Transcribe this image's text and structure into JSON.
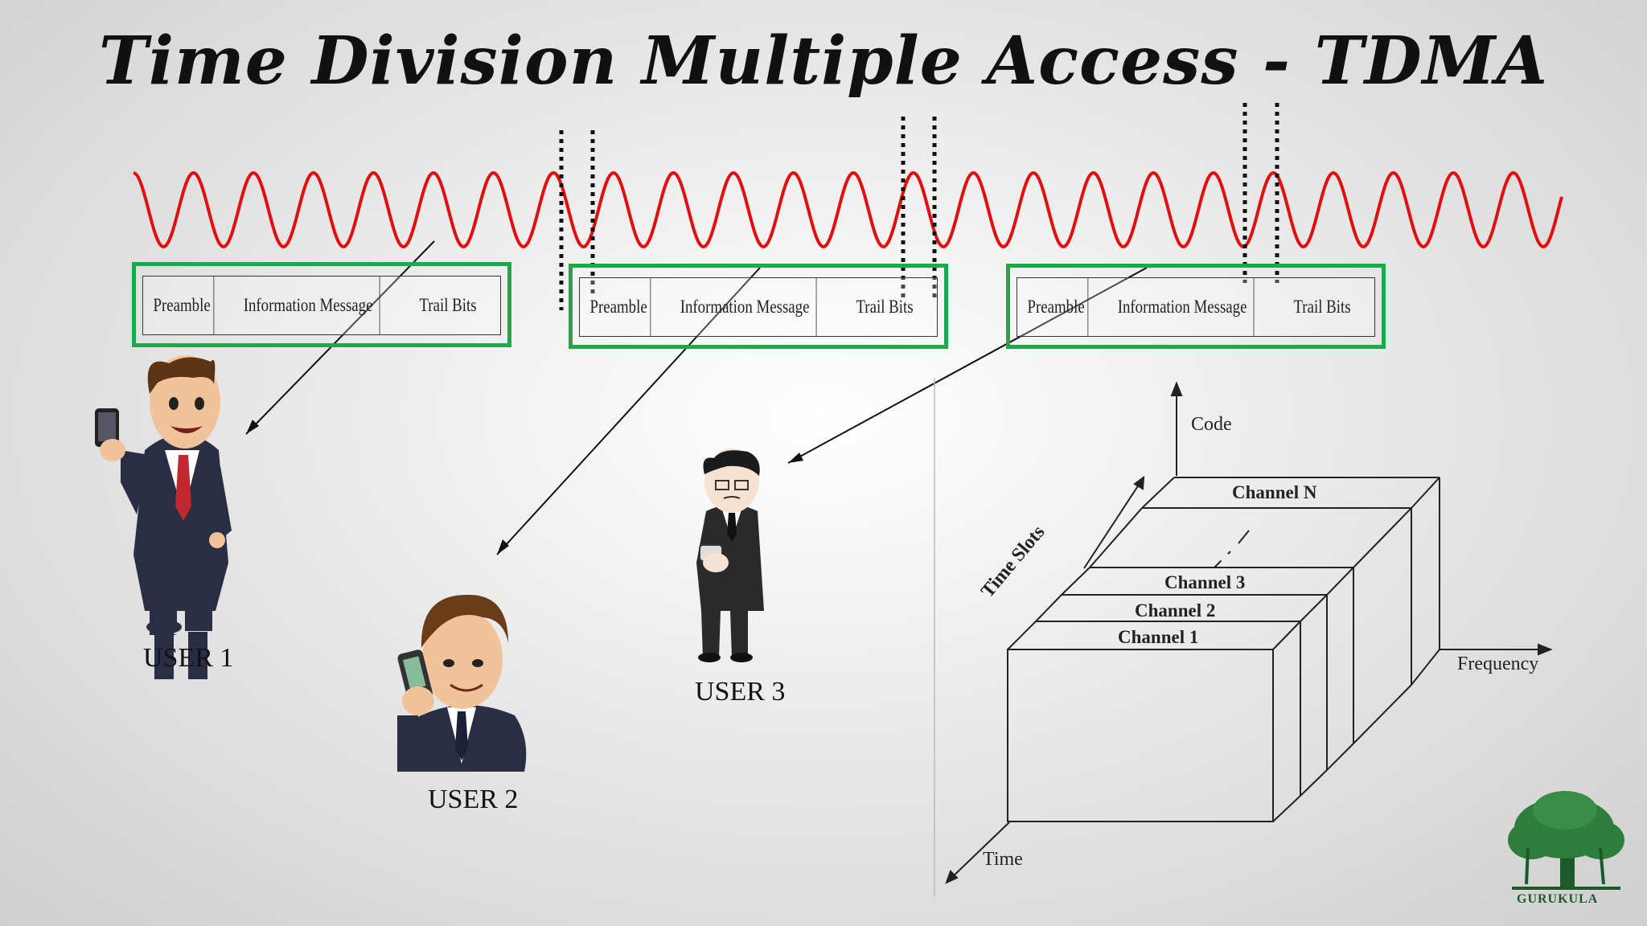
{
  "title": "Time Division Multiple Access - TDMA",
  "frames": [
    {
      "preamble": "Preamble",
      "info": "Information Message",
      "trail": "Trail Bits"
    },
    {
      "preamble": "Preamble",
      "info": "Information Message",
      "trail": "Trail Bits"
    },
    {
      "preamble": "Preamble",
      "info": "Information Message",
      "trail": "Trail Bits"
    }
  ],
  "users": [
    "USER 1",
    "USER 2",
    "USER 3"
  ],
  "diagram": {
    "axis_code": "Code",
    "axis_frequency": "Frequency",
    "axis_time": "Time",
    "time_slots": "Time Slots",
    "channels": [
      "Channel N",
      "Channel 3",
      "Channel 2",
      "Channel 1"
    ]
  },
  "logo": "GURUKULA",
  "colors": {
    "wave": "#e01010",
    "frame_border": "#1aaa4a"
  }
}
